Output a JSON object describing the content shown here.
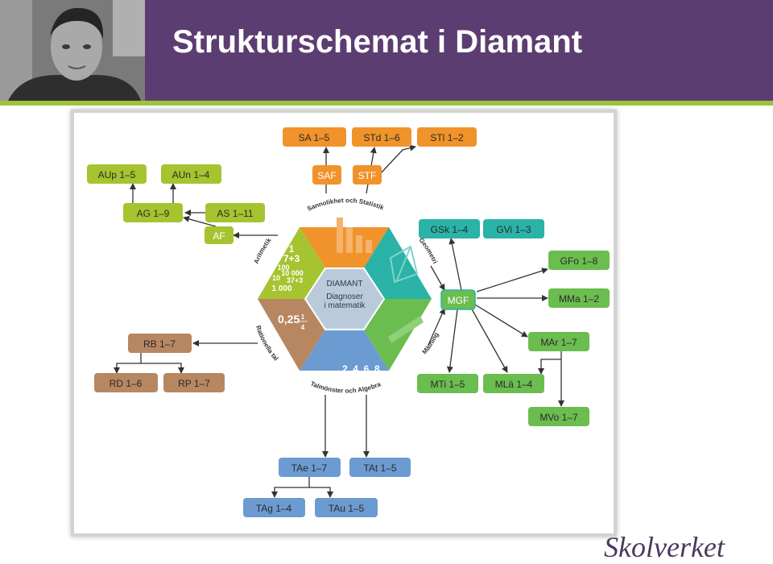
{
  "slide": {
    "title": "Strukturschemat i Diamant",
    "logo_text": "Skolverket",
    "colors": {
      "header": "#5c3d72",
      "accent_bar": "#9bc43c",
      "orange": "#f0932b",
      "teal": "#2ab3a6",
      "green": "#6bbd4f",
      "blue": "#6c9bd2",
      "brown": "#b78762",
      "lime": "#a5c42f",
      "center": "#b9cbdb"
    }
  },
  "diagram": {
    "center": {
      "title": "DIAMANT",
      "subtitle_1": "Diagnoser",
      "subtitle_2": "i matematik"
    },
    "segments": {
      "statistik": {
        "arc_label": "Sannolikhet och Statistik"
      },
      "geometri": {
        "arc_label": "Geometri"
      },
      "matning": {
        "arc_label": "Mätning"
      },
      "algebra": {
        "arc_label": "Talmönster och Algebra",
        "content": "2, 4, 6, 8,"
      },
      "rationella": {
        "arc_label": "Rationella tal",
        "content_1": "0,25",
        "content_num": "1",
        "content_den": "4"
      },
      "aritmetik": {
        "arc_label": "Aritmetik",
        "content_1": "1",
        "content_2": "7+3",
        "content_3": "100",
        "content_4": "10 000",
        "content_5": "10",
        "content_6": "37+3",
        "content_7": "1 000"
      }
    },
    "boxes": {
      "saf": "SAF",
      "stf": "STF",
      "sa": "SA 1–5",
      "std": "STd 1–6",
      "sti": "STl 1–2",
      "af": "AF",
      "ag": "AG 1–9",
      "as": "AS 1–11",
      "aup": "AUp 1–5",
      "aun": "AUn 1–4",
      "rb": "RB 1–7",
      "rd": "RD 1–6",
      "rp": "RP 1–7",
      "tae": "TAe 1–7",
      "tat": "TAt 1–5",
      "tag": "TAg 1–4",
      "tau": "TAu 1–5",
      "mgf": "MGF",
      "gsk": "GSk 1–4",
      "gvi": "GVi 1–3",
      "gfo": "GFo 1–8",
      "mma": "MMa 1–2",
      "mar": "MAr 1–7",
      "mvo": "MVo 1–7",
      "mti": "MTi 1–5",
      "mla": "MLä 1–4"
    }
  }
}
